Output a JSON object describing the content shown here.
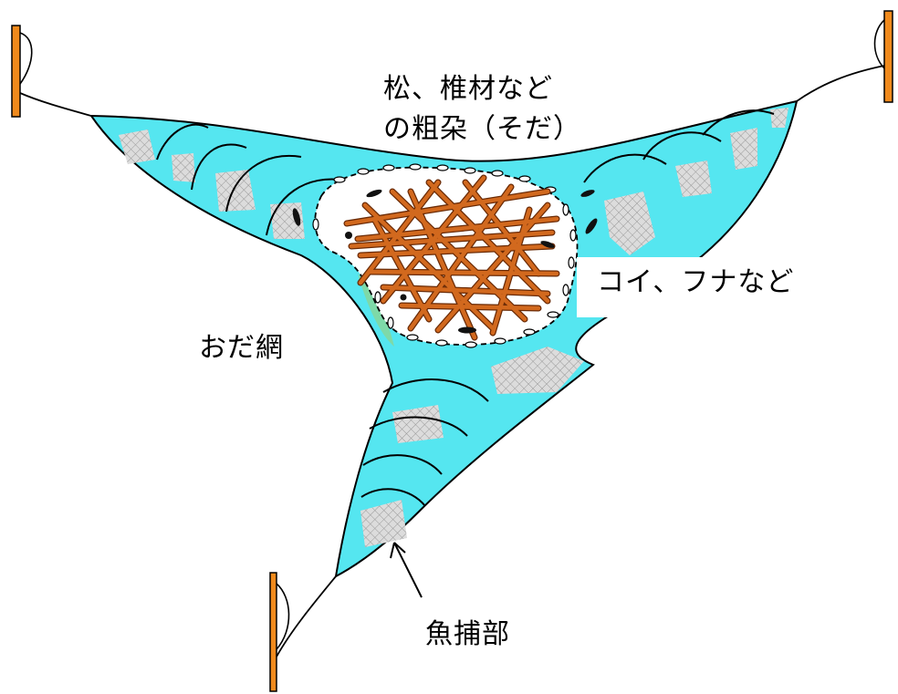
{
  "labels": {
    "brush_line1": "松、椎材など",
    "brush_line2": "の粗朶（そだ）",
    "fish": "コイ、フナなど",
    "net": "おだ網",
    "catch_part": "魚捕部"
  },
  "colors": {
    "net_fill": "#55e6f0",
    "mesh": "#c7c7c7",
    "stake": "#f08a1c",
    "branch": "#d2691e",
    "branch_edge": "#6a2a05",
    "pen_fill": "#ffffff",
    "seaweed": "#7ed9a8"
  },
  "icons": [
    "stake-icon",
    "fish-icon",
    "arrow-icon"
  ]
}
